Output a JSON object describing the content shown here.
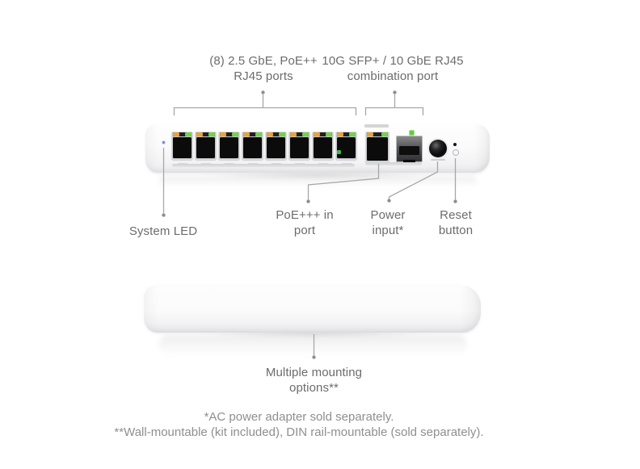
{
  "colors": {
    "label_text": "#6b6c6e",
    "footnote_text": "#8e8f91",
    "callout_line": "#a6a7a9",
    "callout_dot": "#8d8e90",
    "system_led": "#7381c4",
    "led_orange": "#e8a33b",
    "led_green": "#74d14c",
    "sfp_led_green": "#63cb3e",
    "active_port_led": "#3cb843"
  },
  "callouts": {
    "ports": {
      "line1": "(8) 2.5 GbE, PoE++",
      "line2": "RJ45 ports"
    },
    "combo": {
      "line1": "10G SFP+ / 10 GbE RJ45",
      "line2": "combination port"
    },
    "system_led": {
      "line1": "System LED"
    },
    "poe_in": {
      "line1": "PoE+++ in",
      "line2": "port"
    },
    "power": {
      "line1": "Power",
      "line2": "input*"
    },
    "reset": {
      "line1": "Reset",
      "line2": "button"
    },
    "mounting": {
      "line1": "Multiple mounting",
      "line2": "options**"
    }
  },
  "footnotes": {
    "line1": "*AC power adapter sold separately.",
    "line2": "**Wall-mountable (kit included), DIN rail-mountable (sold separately)."
  },
  "device": {
    "rj45_port_count": 8
  }
}
